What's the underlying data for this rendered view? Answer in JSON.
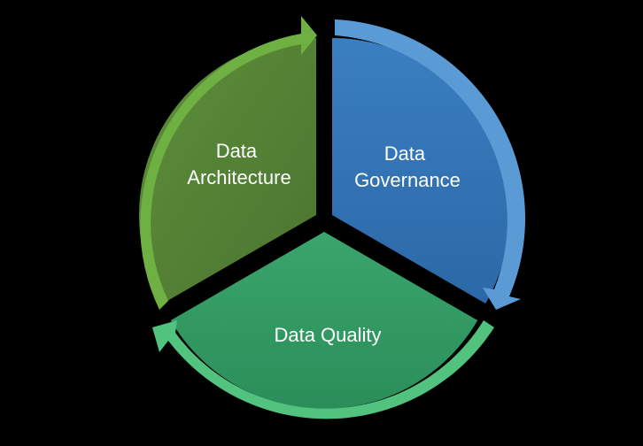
{
  "diagram": {
    "type": "cycle",
    "segments": [
      {
        "id": "architecture",
        "lines": [
          "Data",
          "Architecture"
        ],
        "fill": "#548235",
        "arrow_color": "#70AD47"
      },
      {
        "id": "governance",
        "lines": [
          "Data",
          "Governance"
        ],
        "fill": "#2E75B6",
        "arrow_color": "#5B9BD5"
      },
      {
        "id": "quality",
        "lines": [
          "Data Quality"
        ],
        "fill": "#2F9E66",
        "arrow_color": "#4FC580"
      }
    ]
  }
}
